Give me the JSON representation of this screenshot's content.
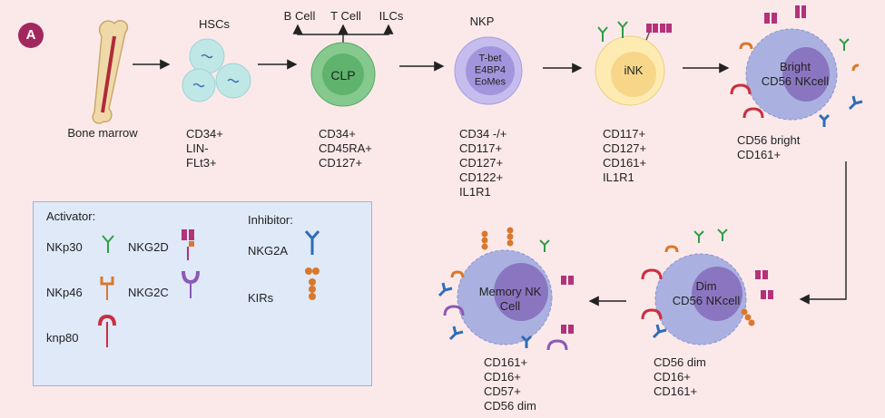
{
  "panel_label": "A",
  "stages": {
    "bone_marrow": {
      "label": "Bone marrow"
    },
    "hscs": {
      "title": "HSCs",
      "markers": [
        "CD34+",
        "LIN-",
        "FLt3+"
      ]
    },
    "clp": {
      "cell_text": "CLP",
      "markers": [
        "CD34+",
        "CD45RA+",
        "CD127+"
      ],
      "branches": [
        "B Cell",
        "T Cell",
        "ILCs"
      ]
    },
    "nkp": {
      "title": "NKP",
      "cell_text": [
        "T-bet",
        "E4BP4",
        "EoMes"
      ],
      "markers": [
        "CD34 -/+",
        "CD117+",
        "CD127+",
        "CD122+",
        "IL1R1"
      ]
    },
    "ink": {
      "cell_text": "iNK",
      "markers": [
        "CD117+",
        "CD127+",
        "CD161+",
        "IL1R1"
      ]
    },
    "bright": {
      "cell_text": [
        "Bright",
        "CD56  NKcell"
      ],
      "markers": [
        "CD56 bright",
        "CD161+"
      ]
    },
    "dim": {
      "cell_text": [
        "Dim",
        "CD56  NKcell"
      ],
      "markers": [
        "CD56 dim",
        "CD16+",
        "CD161+"
      ]
    },
    "memory": {
      "cell_text": [
        "Memory NK",
        "Cell"
      ],
      "markers": [
        "CD161+",
        "CD16+",
        "CD57+",
        "CD56 dim"
      ]
    }
  },
  "legend": {
    "activator_title": "Activator:",
    "inhibitor_title": "Inhibitor:",
    "items": {
      "nkp30": "NKp30",
      "nkg2d": "NKG2D",
      "nkp46": "NKp46",
      "nkg2c": "NKG2C",
      "knp80": "knp80",
      "nkg2a": "NKG2A",
      "kirs": "KIRs"
    }
  },
  "colors": {
    "background": "#fbe9ea",
    "panel_badge": "#a3275f",
    "hsc": "#bfe7e6",
    "clp": "#86c98e",
    "nkp": "#c5bdee",
    "ink": "#fdebb2",
    "nk_cell": "#aab1e0",
    "nucleus": "#8a76c0",
    "legend_bg": "#dfe9f8",
    "receptor_green": "#2f9e44",
    "receptor_orange": "#d9782c",
    "receptor_red": "#c9303f",
    "receptor_magenta": "#b3327a",
    "receptor_purple": "#8a5ab5",
    "receptor_blue": "#2f6db5"
  }
}
